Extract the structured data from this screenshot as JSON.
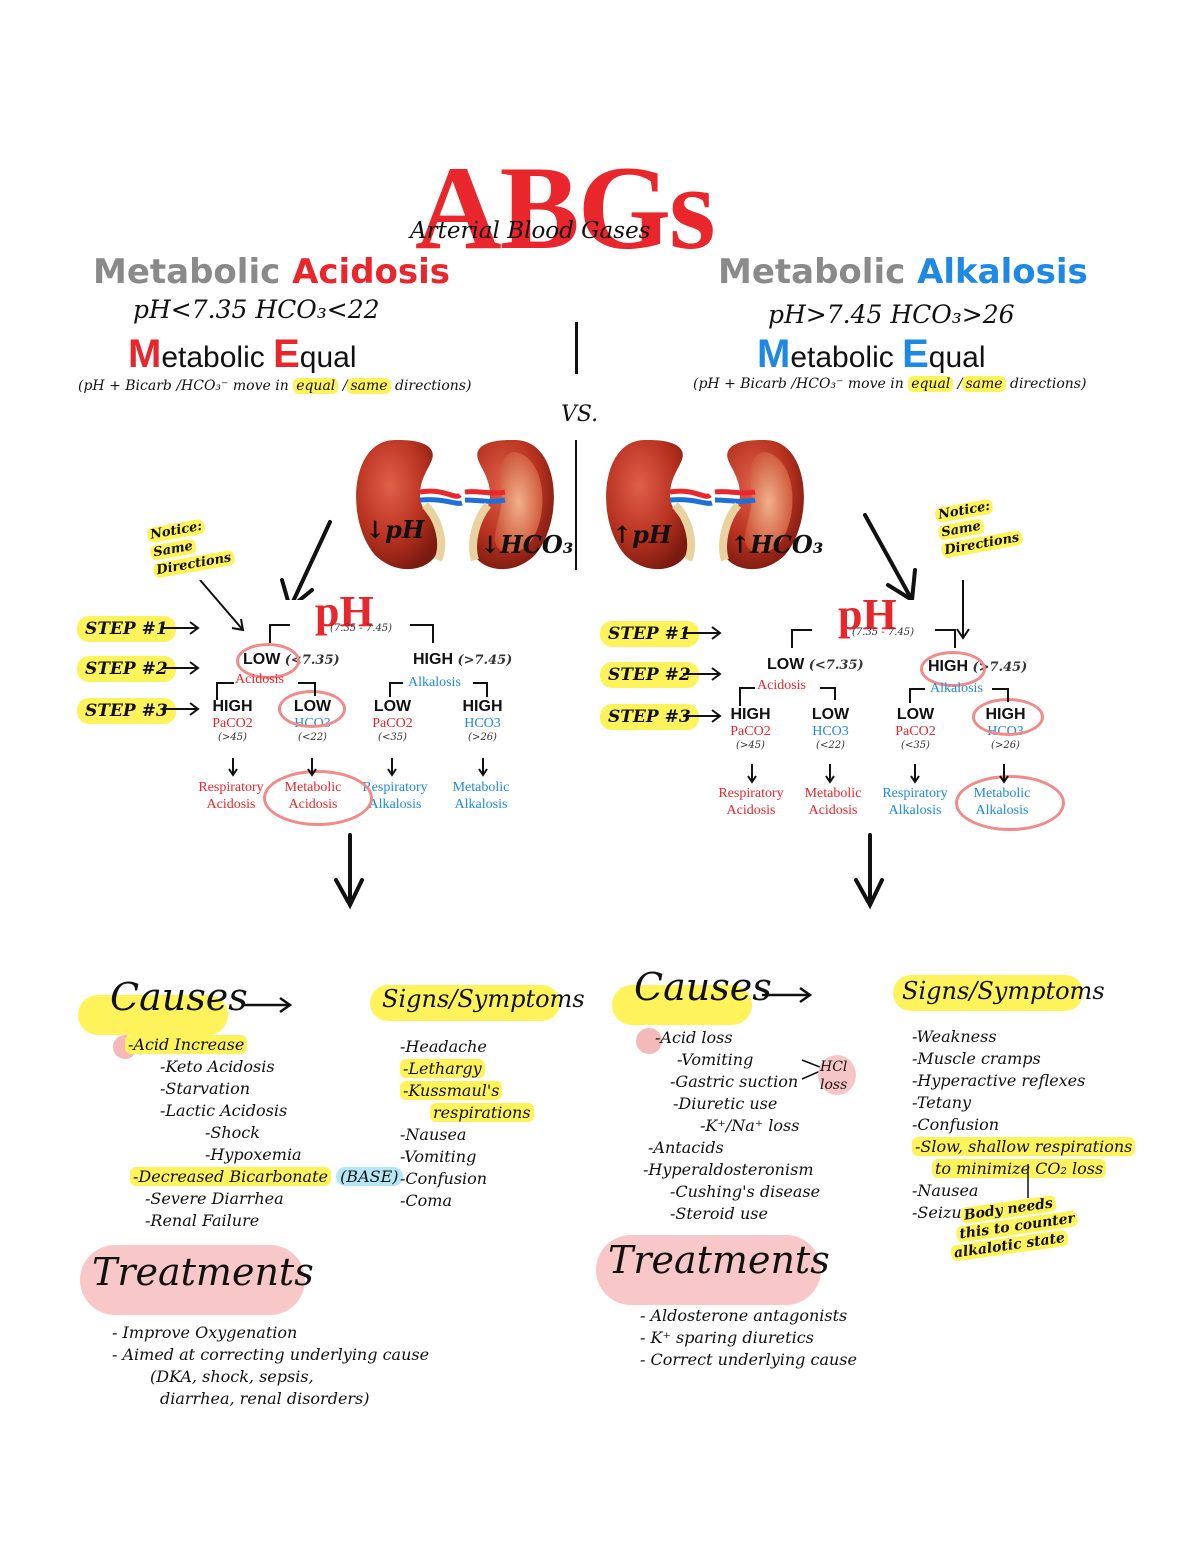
{
  "header": {
    "title": "ABGs",
    "subtitle": "Arterial Blood Gases",
    "vs": "VS."
  },
  "acidosis": {
    "title_word1": "Metabolic",
    "title_word2": "Acidosis",
    "formula": "pH<7.35   HCO₃<22",
    "equal_m": "M",
    "equal_m_rest": "etabolic ",
    "equal_e": "E",
    "equal_e_rest": "qual",
    "note_pre": "(pH + Bicarb /HCO₃⁻ move in ",
    "note_equal": "equal",
    "note_slash": " /",
    "note_same": "same",
    "note_post": " directions)",
    "kidney1": "↓pH",
    "kidney2": "↓HCO₃",
    "notice": [
      "Notice:",
      "Same",
      "Directions"
    ],
    "steps": [
      "STEP #1",
      "STEP #2",
      "STEP #3"
    ],
    "ph": "pH",
    "ph_range": "(7.35 - 7.45)",
    "low": "LOW",
    "low_range": "(<7.35)",
    "high": "HIGH",
    "high_range": "(>7.45)",
    "acidosis_label": "Acidosis",
    "alkalosis_label": "Alkalosis",
    "level3": [
      "HIGH",
      "LOW",
      "LOW",
      "HIGH"
    ],
    "level3_lab": [
      "PaCO2",
      "HCO3",
      "PaCO2",
      "HCO3"
    ],
    "level3_range": [
      "(>45)",
      "(<22)",
      "(<35)",
      "(>26)"
    ],
    "outcomes": [
      [
        "Respiratory",
        "Acidosis"
      ],
      [
        "Metabolic",
        "Acidosis"
      ],
      [
        "Respiratory",
        "Alkalosis"
      ],
      [
        "Metabolic",
        "Alkalosis"
      ]
    ],
    "causes_title": "Causes",
    "causes": [
      "-Acid Increase",
      "-Keto Acidosis",
      "-Starvation",
      "-Lactic Acidosis",
      "-Shock",
      "-Hypoxemia",
      "-Decreased Bicarbonate",
      "-Severe Diarrhea",
      "-Renal Failure"
    ],
    "base": "(BASE)",
    "signs_title": "Signs/Symptoms",
    "signs": [
      "-Headache",
      "-Lethargy",
      "-Kussmaul's",
      "respirations",
      "-Nausea",
      "-Vomiting",
      "-Confusion",
      "-Coma"
    ],
    "treat_title": "Treatments",
    "treatments": [
      "- Improve Oxygenation",
      "- Aimed at correcting underlying cause",
      "(DKA, shock, sepsis,",
      "diarrhea, renal disorders)"
    ]
  },
  "alkalosis": {
    "title_word1": "Metabolic",
    "title_word2": "Alkalosis",
    "formula": "pH>7.45   HCO₃>26",
    "equal_m": "M",
    "equal_m_rest": "etabolic ",
    "equal_e": "E",
    "equal_e_rest": "qual",
    "note_pre": "(pH + Bicarb /HCO₃⁻ move in ",
    "note_equal": "equal",
    "note_slash": " /",
    "note_same": "same",
    "note_post": " directions)",
    "kidney1": "↑pH",
    "kidney2": "↑HCO₃",
    "notice": [
      "Notice:",
      "Same",
      "Directions"
    ],
    "steps": [
      "STEP #1",
      "STEP #2",
      "STEP #3"
    ],
    "ph": "pH",
    "ph_range": "(7.35 - 7.45)",
    "low": "LOW",
    "low_range": "(<7.35)",
    "high": "HIGH",
    "high_range": "(>7.45)",
    "acidosis_label": "Acidosis",
    "alkalosis_label": "Alkalosis",
    "level3": [
      "HIGH",
      "LOW",
      "LOW",
      "HIGH"
    ],
    "level3_lab": [
      "PaCO2",
      "HCO3",
      "PaCO2",
      "HCO3"
    ],
    "level3_range": [
      "(>45)",
      "(<22)",
      "(<35)",
      "(>26)"
    ],
    "outcomes": [
      [
        "Respiratory",
        "Acidosis"
      ],
      [
        "Metabolic",
        "Acidosis"
      ],
      [
        "Respiratory",
        "Alkalosis"
      ],
      [
        "Metabolic",
        "Alkalosis"
      ]
    ],
    "causes_title": "Causes",
    "causes": [
      "-Acid loss",
      "-Vomiting",
      "-Gastric suction",
      "-Diuretic use",
      "-K⁺/Na⁺ loss",
      "-Antacids",
      "-Hyperaldosteronism",
      "-Cushing's disease",
      "-Steroid use"
    ],
    "hcl": [
      "HCl",
      "loss"
    ],
    "signs_title": "Signs/Symptoms",
    "signs": [
      "-Weakness",
      "-Muscle cramps",
      "-Hyperactive reflexes",
      "-Tetany",
      "-Confusion",
      "-Slow, shallow respirations",
      "to minimize CO₂ loss",
      "-Nausea",
      "-Seizures"
    ],
    "body_note": [
      "Body needs",
      "this to counter",
      "alkalotic state"
    ],
    "treat_title": "Treatments",
    "treatments": [
      "- Aldosterone antagonists",
      "- K⁺ sparing diuretics",
      "- Correct underlying cause"
    ]
  }
}
